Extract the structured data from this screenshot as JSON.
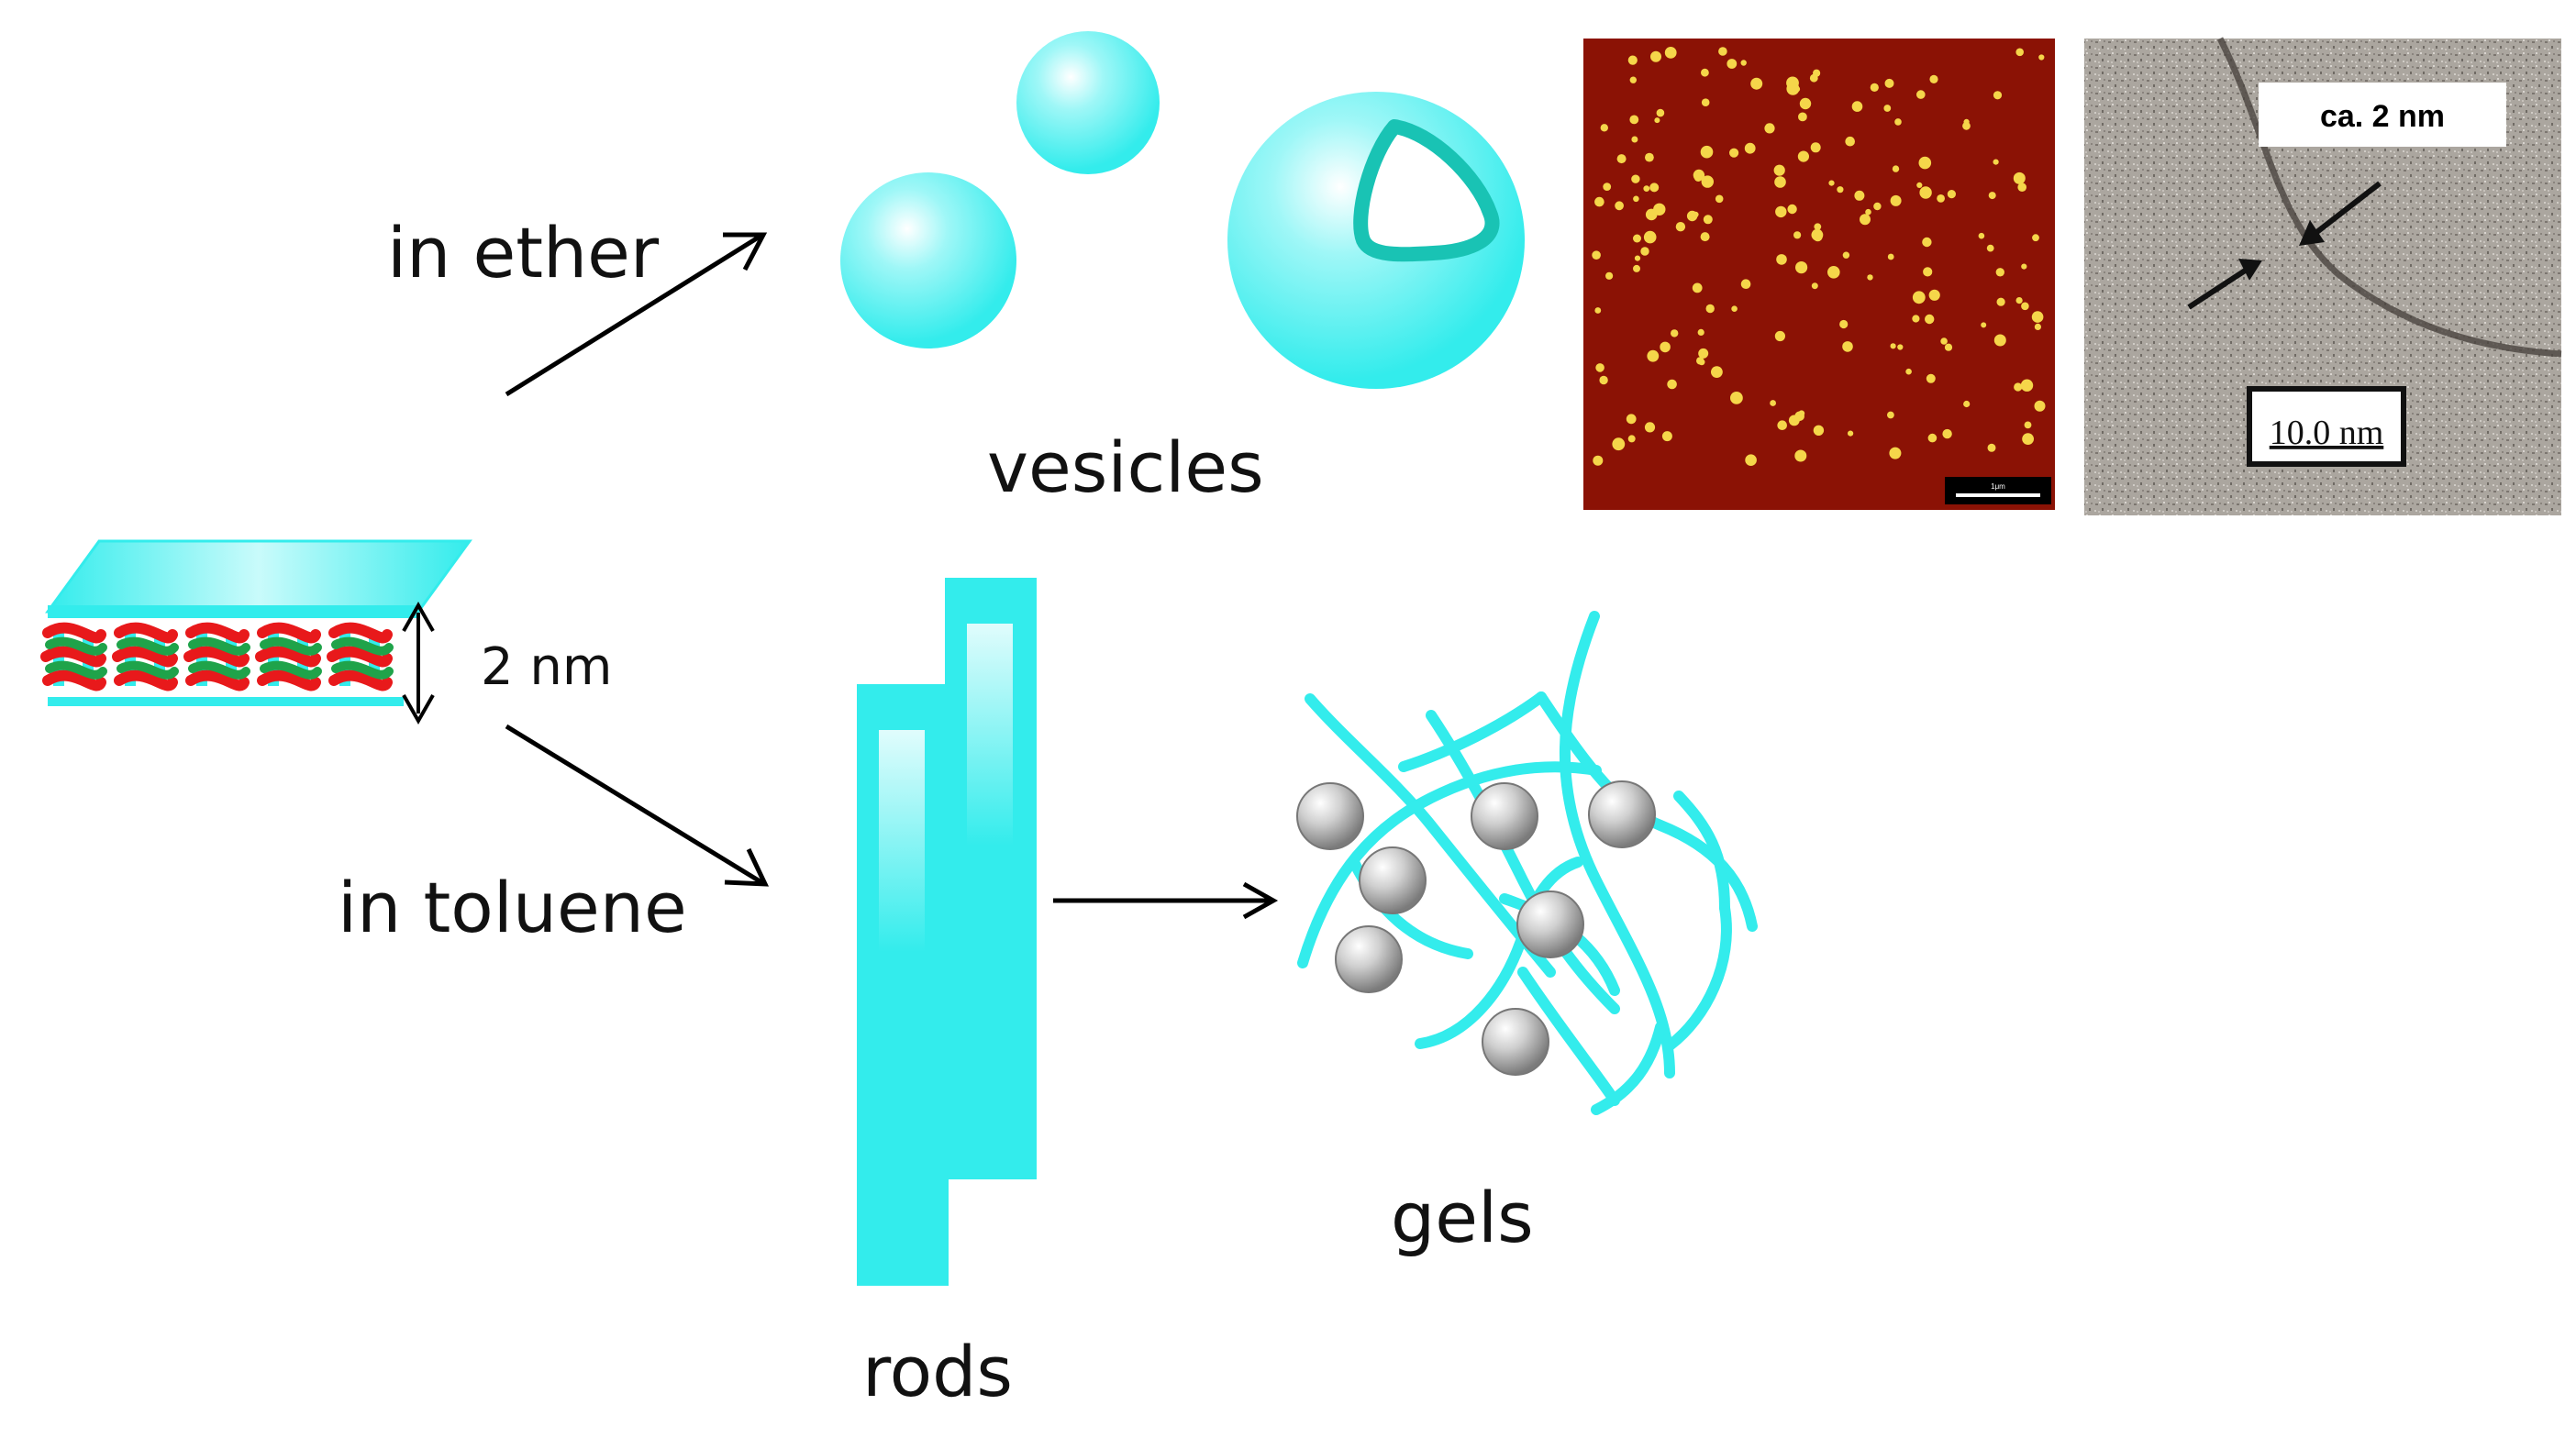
{
  "labels": {
    "in_ether": "in ether",
    "in_toluene": "in toluene",
    "vesicles": "vesicles",
    "rods": "rods",
    "gels": "gels",
    "thickness": "2 nm"
  },
  "micrographs": {
    "afm_scale_text": "1μm",
    "tem_callout": "ca. 2 nm",
    "tem_scale_text": "10.0 nm"
  },
  "colors": {
    "cyan": "#33ECEC",
    "dark_teal": "#19C3B4",
    "red": "#E8191B",
    "green": "#1FA34A",
    "afm_background": "#8B1205",
    "afm_dots": "#F5D64A",
    "tem_background": "#A8A39C",
    "sphere_gray": "#B5B5B5"
  },
  "icons": {
    "arrow": "arrow-icon",
    "double_arrow": "double-arrow-icon"
  }
}
